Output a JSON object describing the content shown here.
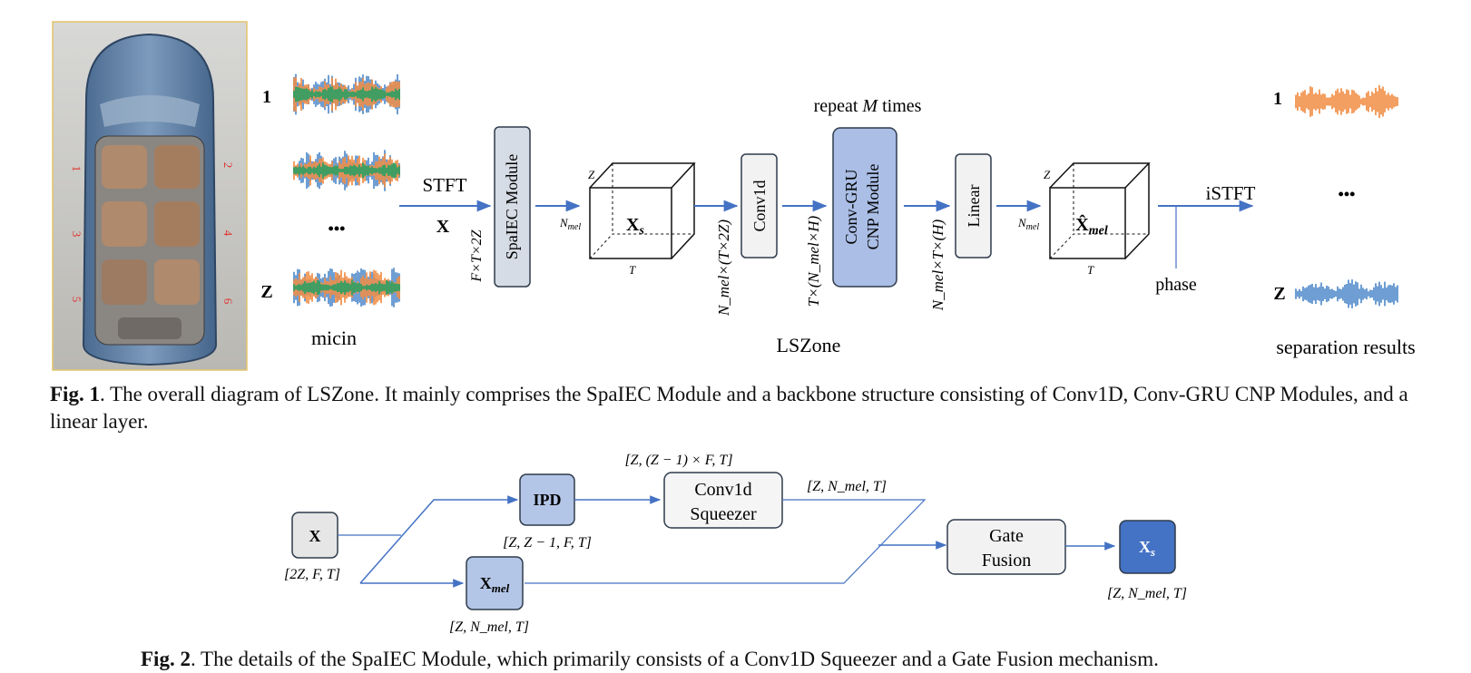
{
  "fig1": {
    "car_seat_numbers": [
      "1",
      "2",
      "3",
      "4",
      "5",
      "6"
    ],
    "mic_labels": {
      "first": "1",
      "dots": "•••",
      "last": "Z"
    },
    "mic_caption": "micin",
    "stft": {
      "label": "STFT",
      "input_symbol": "X"
    },
    "shape_after_stft": "F×T×2Z",
    "spaiec_module": "SpaIEC Module",
    "xs": {
      "symbol": "X",
      "subscript": "s",
      "z_axis": "Z",
      "n_axis": "N",
      "n_sub": "mel",
      "t_axis": "T"
    },
    "shape_after_xs": "N_mel×(T×2Z)",
    "conv1d": "Conv1d",
    "repeat_label": {
      "prefix": "repeat ",
      "var": "M",
      "suffix": " times"
    },
    "convgru": {
      "line1": "Conv-GRU",
      "line2": "CNP Module"
    },
    "shape_after_convgru": "T×(N_mel×H)",
    "linear": "Linear",
    "shape_after_linear": "N_mel×T×(H)",
    "xmel_hat": {
      "symbol": "X̂",
      "subscript": "mel",
      "z_axis": "Z",
      "n_axis": "N",
      "n_sub": "mel",
      "t_axis": "T"
    },
    "istft": "iSTFT",
    "phase": "phase",
    "output_labels": {
      "first": "1",
      "dots": "•••",
      "last": "Z"
    },
    "center_caption": "LSZone",
    "output_caption": "separation results",
    "colors": {
      "orange": "#f0873a",
      "blue": "#4a86c8",
      "green": "#1f9e5c",
      "arrow": "#4472c4",
      "module_fill": "#d6dce5",
      "convgru_fill": "#aabee6",
      "light_fill": "#f2f2f2"
    }
  },
  "fig1_caption": {
    "label": "Fig. 1",
    "text": ". The overall diagram of LSZone. It mainly comprises the SpaIEC Module and a backbone structure consisting of Conv1D, Conv-GRU CNP Modules, and a linear layer."
  },
  "fig2": {
    "x_box": "X",
    "x_shape": "[2Z, F, T]",
    "ipd_box": "IPD",
    "ipd_shape": "[Z, Z − 1, F, T]",
    "ipd_out_shape": "[Z, (Z − 1) × F, T]",
    "squeezer": {
      "line1": "Conv1d",
      "line2": "Squeezer"
    },
    "squeezer_out_shape": "[Z, N_mel, T]",
    "xmel_box": {
      "symbol": "X",
      "subscript": "mel"
    },
    "xmel_shape": "[Z, N_mel, T]",
    "gate_fusion": {
      "line1": "Gate",
      "line2": "Fusion"
    },
    "xs_box": {
      "symbol": "X",
      "subscript": "s"
    },
    "xs_shape": "[Z, N_mel, T]"
  },
  "fig2_caption": {
    "label": "Fig. 2",
    "text": ". The details of the SpaIEC Module, which primarily consists of a Conv1D Squeezer and a Gate Fusion mechanism."
  }
}
